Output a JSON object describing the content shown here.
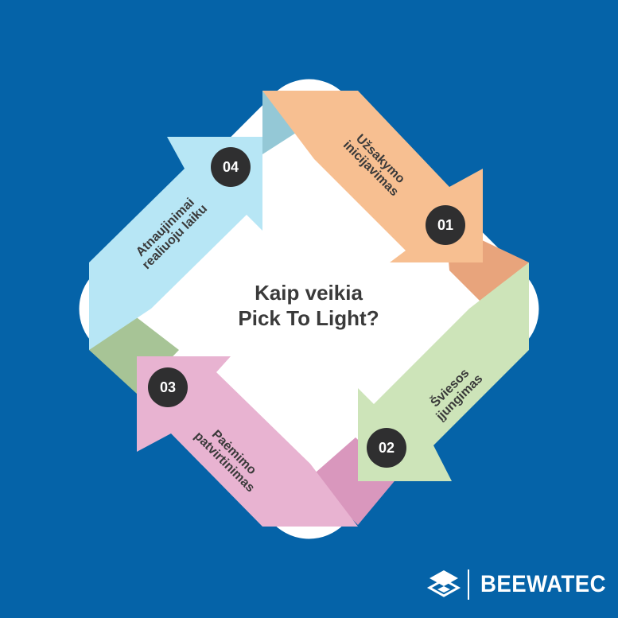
{
  "title": {
    "line1": "Kaip veikia",
    "line2": "Pick To Light?"
  },
  "steps": [
    {
      "number": "01",
      "line1": "Užsakymo",
      "line2": "inicijavimas",
      "color": "#f7bf91",
      "fold_color": "#e8a47c"
    },
    {
      "number": "02",
      "line1": "Šviesos",
      "line2": "įjungimas",
      "color": "#cde4b9",
      "fold_color": "#a7c496"
    },
    {
      "number": "03",
      "line1": "Paėmimo",
      "line2": "patvirtinimas",
      "color": "#e8b3d1",
      "fold_color": "#d997bd"
    },
    {
      "number": "04",
      "line1": "Atnaujinimai",
      "line2": "realiuoju laiku",
      "color": "#b7e6f5",
      "fold_color": "#94c8d6"
    }
  ],
  "logo": {
    "text": "BEEWATEC",
    "icon": "beewatec-cube-icon"
  },
  "colors": {
    "background": "#0563a8",
    "panel": "#ffffff",
    "badge": "#2f2f30",
    "text": "#3a3a3a"
  }
}
